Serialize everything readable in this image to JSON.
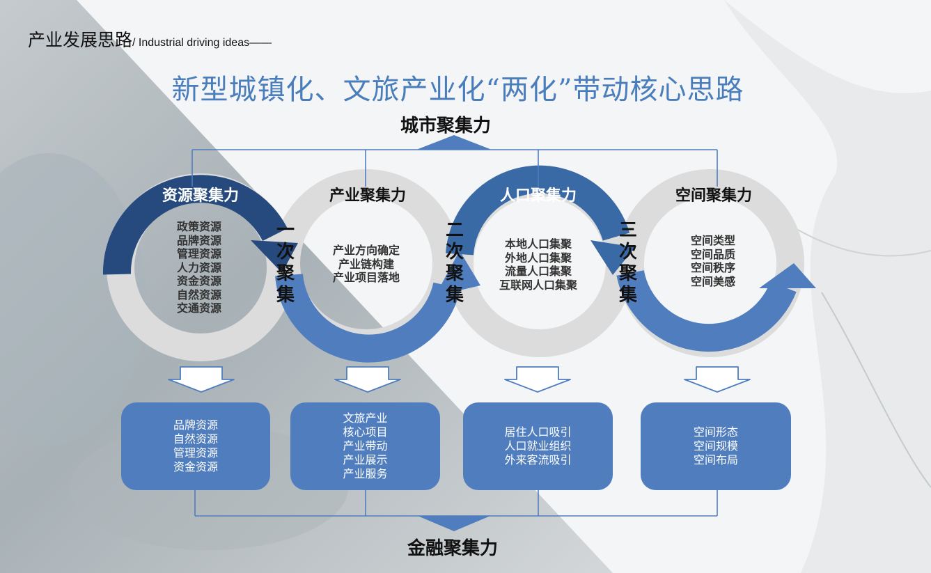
{
  "header": {
    "title_cn": "产业发展思路",
    "title_en": "/ Industrial driving ideas——"
  },
  "main_title": "新型城镇化、文旅产业化“两化”带动核心思路",
  "top_force": "城市聚集力",
  "bottom_force": "金融聚集力",
  "colors": {
    "dark_blue": "#264a7e",
    "mid_blue": "#4f7dbe",
    "gray_ring": "#dcdcdc",
    "title_blue": "#4a7dbc"
  },
  "rings": [
    {
      "title": "资源聚集力",
      "items": [
        "政策资源",
        "品牌资源",
        "管理资源",
        "人力资源",
        "资金资源",
        "自然资源",
        "交通资源"
      ]
    },
    {
      "title": "产业聚集力",
      "items": [
        "产业方向确定",
        "产业链构建",
        "产业项目落地"
      ]
    },
    {
      "title": "人口聚集力",
      "items": [
        "本地人口集聚",
        "外地人口集聚",
        "流量人口集聚",
        "互联网人口集聚"
      ]
    },
    {
      "title": "空间聚集力",
      "items": [
        "空间类型",
        "空间品质",
        "空间秩序",
        "空间美感"
      ]
    }
  ],
  "stages": [
    {
      "chars": [
        "一",
        "次",
        "聚",
        "集"
      ]
    },
    {
      "chars": [
        "二",
        "次",
        "聚",
        "集"
      ]
    },
    {
      "chars": [
        "三",
        "次",
        "聚",
        "集"
      ]
    }
  ],
  "boxes": [
    {
      "items": [
        "品牌资源",
        "自然资源",
        "管理资源",
        "资金资源"
      ]
    },
    {
      "items": [
        "文旅产业",
        "核心项目",
        "产业带动",
        "产业展示",
        "产业服务"
      ]
    },
    {
      "items": [
        "居住人口吸引",
        "人口就业组织",
        "外来客流吸引"
      ]
    },
    {
      "items": [
        "空间形态",
        "空间规模",
        "空间布局"
      ]
    }
  ]
}
